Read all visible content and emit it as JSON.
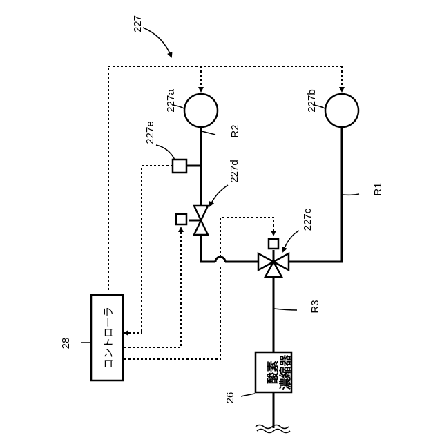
{
  "labels": {
    "system": "227",
    "tank_a": "227a",
    "tank_b": "227b",
    "valve_switch": "227c",
    "valve_ctrl": "227d",
    "sensor": "227e",
    "pipe_r1": "R1",
    "pipe_r2": "R2",
    "pipe_r3": "R3",
    "controller_num": "28",
    "concentrator_num": "26"
  },
  "controller": {
    "text": "コントローラ"
  },
  "concentrator": {
    "line1": "酸素",
    "line2": "濃縮器"
  },
  "icons": [
    "tank-a-icon",
    "tank-b-icon",
    "two-way-valve-icon",
    "three-way-valve-icon",
    "sensor-icon",
    "actuator-icon"
  ]
}
